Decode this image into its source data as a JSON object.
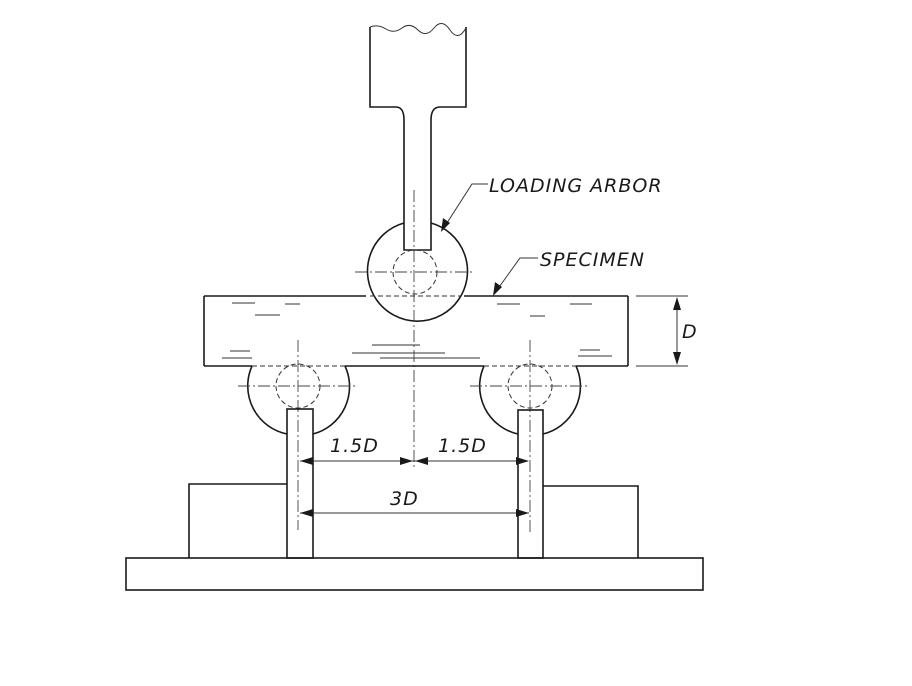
{
  "labels": {
    "loading_arbor": "LOADING ARBOR",
    "specimen": "SPECIMEN",
    "depth": "D",
    "half_span_left": "1.5D",
    "half_span_right": "1.5D",
    "span": "3D"
  },
  "colors": {
    "line": "#1a1a1a",
    "background": "#ffffff"
  }
}
